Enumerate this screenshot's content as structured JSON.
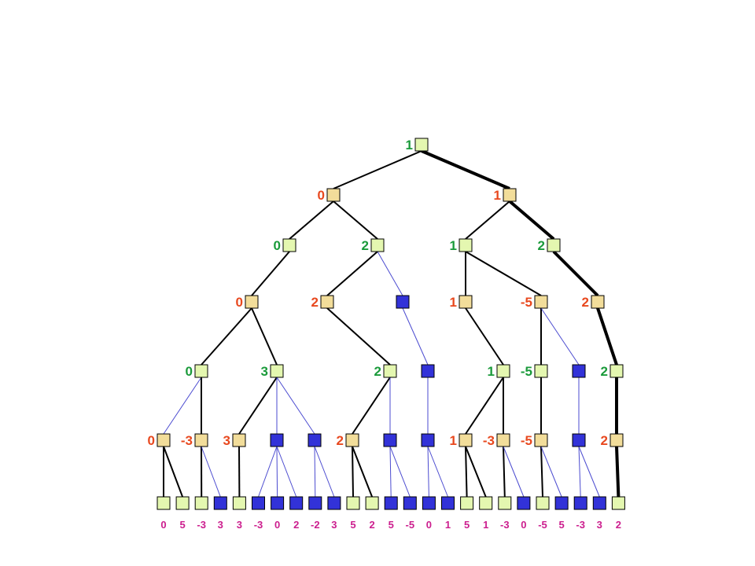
{
  "colors": {
    "max_fill": "#e4f7b0",
    "min_fill": "#f2dd9a",
    "pruned_fill": "#3232d8",
    "max_label": "#1a9a3a",
    "min_label": "#e8481e",
    "leaf_label": "#cc1e8e",
    "edge": "#000000",
    "pruned_edge": "#4b4bd0"
  },
  "nodes": [
    {
      "id": "r",
      "kind": "max",
      "label": "1"
    },
    {
      "id": "a",
      "kind": "min",
      "label": "0"
    },
    {
      "id": "b",
      "kind": "min",
      "label": "1"
    },
    {
      "id": "a1",
      "kind": "max",
      "label": "0"
    },
    {
      "id": "a2",
      "kind": "max",
      "label": "2"
    },
    {
      "id": "b1",
      "kind": "max",
      "label": "1"
    },
    {
      "id": "b2",
      "kind": "max",
      "label": "2"
    },
    {
      "id": "c1",
      "kind": "min",
      "label": "0"
    },
    {
      "id": "c2",
      "kind": "min",
      "label": "2"
    },
    {
      "id": "c3",
      "kind": "pruned",
      "label": ""
    },
    {
      "id": "c4",
      "kind": "min",
      "label": "1"
    },
    {
      "id": "c5",
      "kind": "min",
      "label": "-5"
    },
    {
      "id": "c6",
      "kind": "min",
      "label": "2"
    },
    {
      "id": "d1",
      "kind": "max",
      "label": "0"
    },
    {
      "id": "d2",
      "kind": "max",
      "label": "3"
    },
    {
      "id": "d3",
      "kind": "max",
      "label": "2"
    },
    {
      "id": "d4",
      "kind": "pruned",
      "label": ""
    },
    {
      "id": "d5",
      "kind": "max",
      "label": "1"
    },
    {
      "id": "d6",
      "kind": "max",
      "label": "-5"
    },
    {
      "id": "d7",
      "kind": "pruned",
      "label": ""
    },
    {
      "id": "d8",
      "kind": "max",
      "label": "2"
    },
    {
      "id": "e1",
      "kind": "min",
      "label": "0"
    },
    {
      "id": "e2",
      "kind": "min",
      "label": "-3"
    },
    {
      "id": "e3",
      "kind": "min",
      "label": "3"
    },
    {
      "id": "e4",
      "kind": "pruned",
      "label": ""
    },
    {
      "id": "e5",
      "kind": "pruned",
      "label": ""
    },
    {
      "id": "e6",
      "kind": "min",
      "label": "2"
    },
    {
      "id": "e7",
      "kind": "pruned",
      "label": ""
    },
    {
      "id": "e8",
      "kind": "pruned",
      "label": ""
    },
    {
      "id": "e9",
      "kind": "min",
      "label": "1"
    },
    {
      "id": "e10",
      "kind": "min",
      "label": "-3"
    },
    {
      "id": "e11",
      "kind": "min",
      "label": "-5"
    },
    {
      "id": "e12",
      "kind": "pruned",
      "label": ""
    },
    {
      "id": "e13",
      "kind": "min",
      "label": "2"
    }
  ],
  "leaves": [
    {
      "kind": "max",
      "label": "0"
    },
    {
      "kind": "max",
      "label": "5"
    },
    {
      "kind": "max",
      "label": "-3"
    },
    {
      "kind": "pruned",
      "label": "3"
    },
    {
      "kind": "max",
      "label": "3"
    },
    {
      "kind": "pruned",
      "label": "-3"
    },
    {
      "kind": "pruned",
      "label": "0"
    },
    {
      "kind": "pruned",
      "label": "2"
    },
    {
      "kind": "pruned",
      "label": "-2"
    },
    {
      "kind": "pruned",
      "label": "3"
    },
    {
      "kind": "max",
      "label": "5"
    },
    {
      "kind": "max",
      "label": "2"
    },
    {
      "kind": "pruned",
      "label": "5"
    },
    {
      "kind": "pruned",
      "label": "-5"
    },
    {
      "kind": "pruned",
      "label": "0"
    },
    {
      "kind": "pruned",
      "label": "1"
    },
    {
      "kind": "max",
      "label": "5"
    },
    {
      "kind": "max",
      "label": "1"
    },
    {
      "kind": "max",
      "label": "-3"
    },
    {
      "kind": "pruned",
      "label": "0"
    },
    {
      "kind": "max",
      "label": "-5"
    },
    {
      "kind": "pruned",
      "label": "5"
    },
    {
      "kind": "pruned",
      "label": "-3"
    },
    {
      "kind": "pruned",
      "label": "3"
    },
    {
      "kind": "max",
      "label": "2"
    }
  ],
  "edges": [
    {
      "from": "r",
      "to": "a",
      "type": "normal"
    },
    {
      "from": "r",
      "to": "b",
      "type": "principal"
    },
    {
      "from": "a",
      "to": "a1",
      "type": "normal"
    },
    {
      "from": "a",
      "to": "a2",
      "type": "normal"
    },
    {
      "from": "b",
      "to": "b1",
      "type": "normal"
    },
    {
      "from": "b",
      "to": "b2",
      "type": "principal"
    },
    {
      "from": "a1",
      "to": "c1",
      "type": "normal"
    },
    {
      "from": "a2",
      "to": "c2",
      "type": "normal"
    },
    {
      "from": "a2",
      "to": "c3",
      "type": "pruned"
    },
    {
      "from": "b1",
      "to": "c4",
      "type": "normal"
    },
    {
      "from": "b1",
      "to": "c5",
      "type": "normal"
    },
    {
      "from": "b2",
      "to": "c6",
      "type": "principal"
    },
    {
      "from": "c1",
      "to": "d1",
      "type": "normal"
    },
    {
      "from": "c1",
      "to": "d2",
      "type": "normal"
    },
    {
      "from": "c2",
      "to": "d3",
      "type": "normal"
    },
    {
      "from": "c3",
      "to": "d4",
      "type": "pruned"
    },
    {
      "from": "c4",
      "to": "d5",
      "type": "normal"
    },
    {
      "from": "c5",
      "to": "d6",
      "type": "normal"
    },
    {
      "from": "c5",
      "to": "d7",
      "type": "pruned"
    },
    {
      "from": "c6",
      "to": "d8",
      "type": "principal"
    },
    {
      "from": "d1",
      "to": "e1",
      "type": "pruned"
    },
    {
      "from": "d1",
      "to": "e2",
      "type": "normal"
    },
    {
      "from": "d2",
      "to": "e3",
      "type": "normal"
    },
    {
      "from": "d2",
      "to": "e4",
      "type": "pruned"
    },
    {
      "from": "d2",
      "to": "e5",
      "type": "pruned"
    },
    {
      "from": "d3",
      "to": "e6",
      "type": "normal"
    },
    {
      "from": "d3",
      "to": "e7",
      "type": "pruned"
    },
    {
      "from": "d4",
      "to": "e8",
      "type": "pruned"
    },
    {
      "from": "d5",
      "to": "e9",
      "type": "normal"
    },
    {
      "from": "d5",
      "to": "e10",
      "type": "normal"
    },
    {
      "from": "d6",
      "to": "e11",
      "type": "normal"
    },
    {
      "from": "d7",
      "to": "e12",
      "type": "pruned"
    },
    {
      "from": "d8",
      "to": "e13",
      "type": "principal"
    },
    {
      "from": "e1",
      "to": "L0",
      "type": "normal"
    },
    {
      "from": "e1",
      "to": "L1",
      "type": "normal"
    },
    {
      "from": "e2",
      "to": "L2",
      "type": "normal"
    },
    {
      "from": "e2",
      "to": "L3",
      "type": "pruned"
    },
    {
      "from": "e3",
      "to": "L4",
      "type": "normal"
    },
    {
      "from": "e4",
      "to": "L5",
      "type": "pruned"
    },
    {
      "from": "e4",
      "to": "L6",
      "type": "pruned"
    },
    {
      "from": "e4",
      "to": "L7",
      "type": "pruned"
    },
    {
      "from": "e5",
      "to": "L8",
      "type": "pruned"
    },
    {
      "from": "e5",
      "to": "L9",
      "type": "pruned"
    },
    {
      "from": "e6",
      "to": "L10",
      "type": "normal"
    },
    {
      "from": "e6",
      "to": "L11",
      "type": "normal"
    },
    {
      "from": "e7",
      "to": "L12",
      "type": "pruned"
    },
    {
      "from": "e7",
      "to": "L13",
      "type": "pruned"
    },
    {
      "from": "e8",
      "to": "L14",
      "type": "pruned"
    },
    {
      "from": "e8",
      "to": "L15",
      "type": "pruned"
    },
    {
      "from": "e9",
      "to": "L16",
      "type": "normal"
    },
    {
      "from": "e9",
      "to": "L17",
      "type": "normal"
    },
    {
      "from": "e10",
      "to": "L18",
      "type": "normal"
    },
    {
      "from": "e10",
      "to": "L19",
      "type": "pruned"
    },
    {
      "from": "e11",
      "to": "L20",
      "type": "normal"
    },
    {
      "from": "e11",
      "to": "L21",
      "type": "pruned"
    },
    {
      "from": "e12",
      "to": "L22",
      "type": "pruned"
    },
    {
      "from": "e12",
      "to": "L23",
      "type": "pruned"
    },
    {
      "from": "e13",
      "to": "L24",
      "type": "principal"
    }
  ]
}
